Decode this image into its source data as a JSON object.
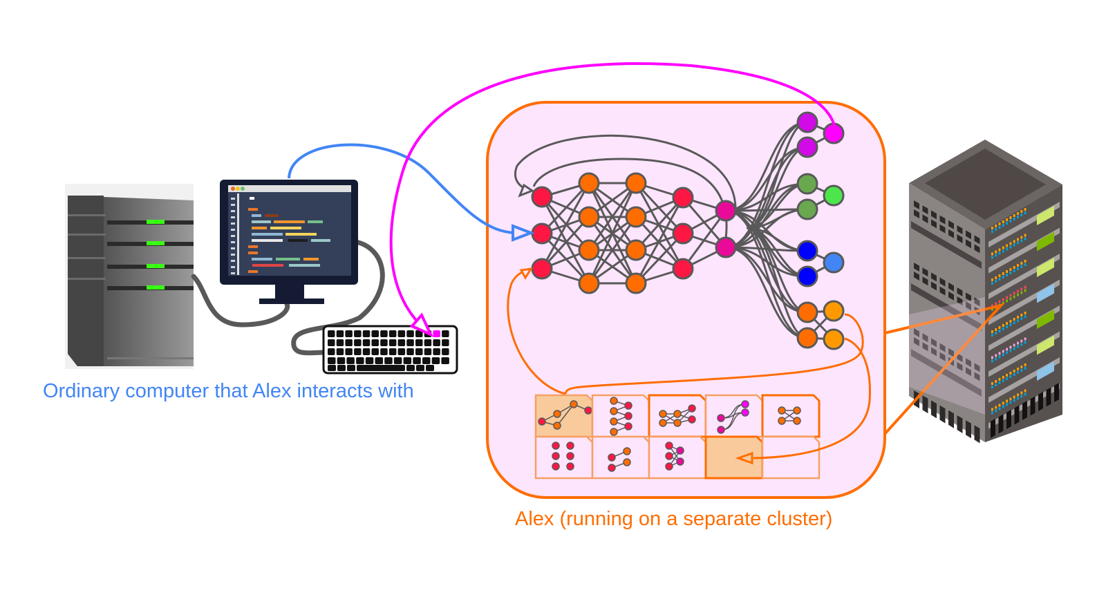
{
  "captions": {
    "ordinary_computer": "Ordinary computer that Alex interacts with",
    "alex_cluster": "Alex (running on a separate cluster)"
  },
  "colors": {
    "blue_arrow": "#4285f4",
    "magenta_arrow": "#ff00ff",
    "orange_arrow": "#ff6d01",
    "alex_box_fill": "#fde5fd",
    "alex_box_stroke": "#ff6d01",
    "edge": "#595959",
    "node_red": "#ff1744",
    "node_orange": "#ff6d01",
    "node_pink": "#ea0a9a",
    "node_purple": "#d20ae8",
    "node_magenta": "#ff00ff",
    "node_darkgreen": "#6aa84f",
    "node_green": "#4ce64c",
    "node_blue": "#0000ff",
    "node_lightblue": "#4285f4",
    "node_amber": "#ff9900",
    "tile_fill": "#f9cb9c",
    "tile_stroke": "#f6a064",
    "led_green": "#39ff14",
    "monitor_frame": "#141b33",
    "monitor_screen": "#34405a"
  },
  "network": {
    "layers": [
      {
        "name": "input",
        "color": "node_red",
        "count": 3
      },
      {
        "name": "hidden-1",
        "color": "node_orange",
        "count": 4
      },
      {
        "name": "hidden-2",
        "color": "node_orange",
        "count": 4
      },
      {
        "name": "hidden-3",
        "color": "node_red",
        "count": 3
      },
      {
        "name": "bottleneck",
        "color": "node_pink",
        "count": 2
      }
    ],
    "output_heads": [
      {
        "name": "purple-head",
        "pair_color": "node_purple",
        "out_color": "node_magenta"
      },
      {
        "name": "green-head",
        "pair_color": "node_darkgreen",
        "out_color": "node_green"
      },
      {
        "name": "blue-head",
        "pair_color": "node_blue",
        "out_color": "node_lightblue"
      },
      {
        "name": "orange-head",
        "pair_color": "node_orange",
        "out_color": "node_amber",
        "outputs": 2
      }
    ]
  },
  "memory_tiles": [
    {
      "row": 0,
      "col": 0,
      "highlighted": true,
      "glyph": "path-graph"
    },
    {
      "row": 0,
      "col": 1,
      "highlighted": false,
      "glyph": "four-to-three"
    },
    {
      "row": 0,
      "col": 2,
      "highlighted": false,
      "glyph": "small-mlp",
      "bold_border": true
    },
    {
      "row": 0,
      "col": 3,
      "highlighted": false,
      "glyph": "crossing-curves"
    },
    {
      "row": 0,
      "col": 4,
      "highlighted": false,
      "glyph": "bipartite-2x2",
      "bold_border": true
    },
    {
      "row": 1,
      "col": 0,
      "highlighted": false,
      "glyph": "dot-grid"
    },
    {
      "row": 1,
      "col": 1,
      "highlighted": false,
      "glyph": "two-links"
    },
    {
      "row": 1,
      "col": 2,
      "highlighted": false,
      "glyph": "three-to-two"
    },
    {
      "row": 1,
      "col": 3,
      "highlighted": true,
      "glyph": "empty-target",
      "bold_border": true
    },
    {
      "row": 1,
      "col": 4,
      "highlighted": false,
      "glyph": "empty"
    }
  ],
  "icons": {
    "left_server": "tower-server-icon",
    "monitor": "code-monitor-icon",
    "keyboard": "keyboard-icon",
    "rack": "server-rack-icon"
  },
  "keyboard": {
    "highlighted_key_row": 0,
    "highlighted_key_col": 12
  }
}
